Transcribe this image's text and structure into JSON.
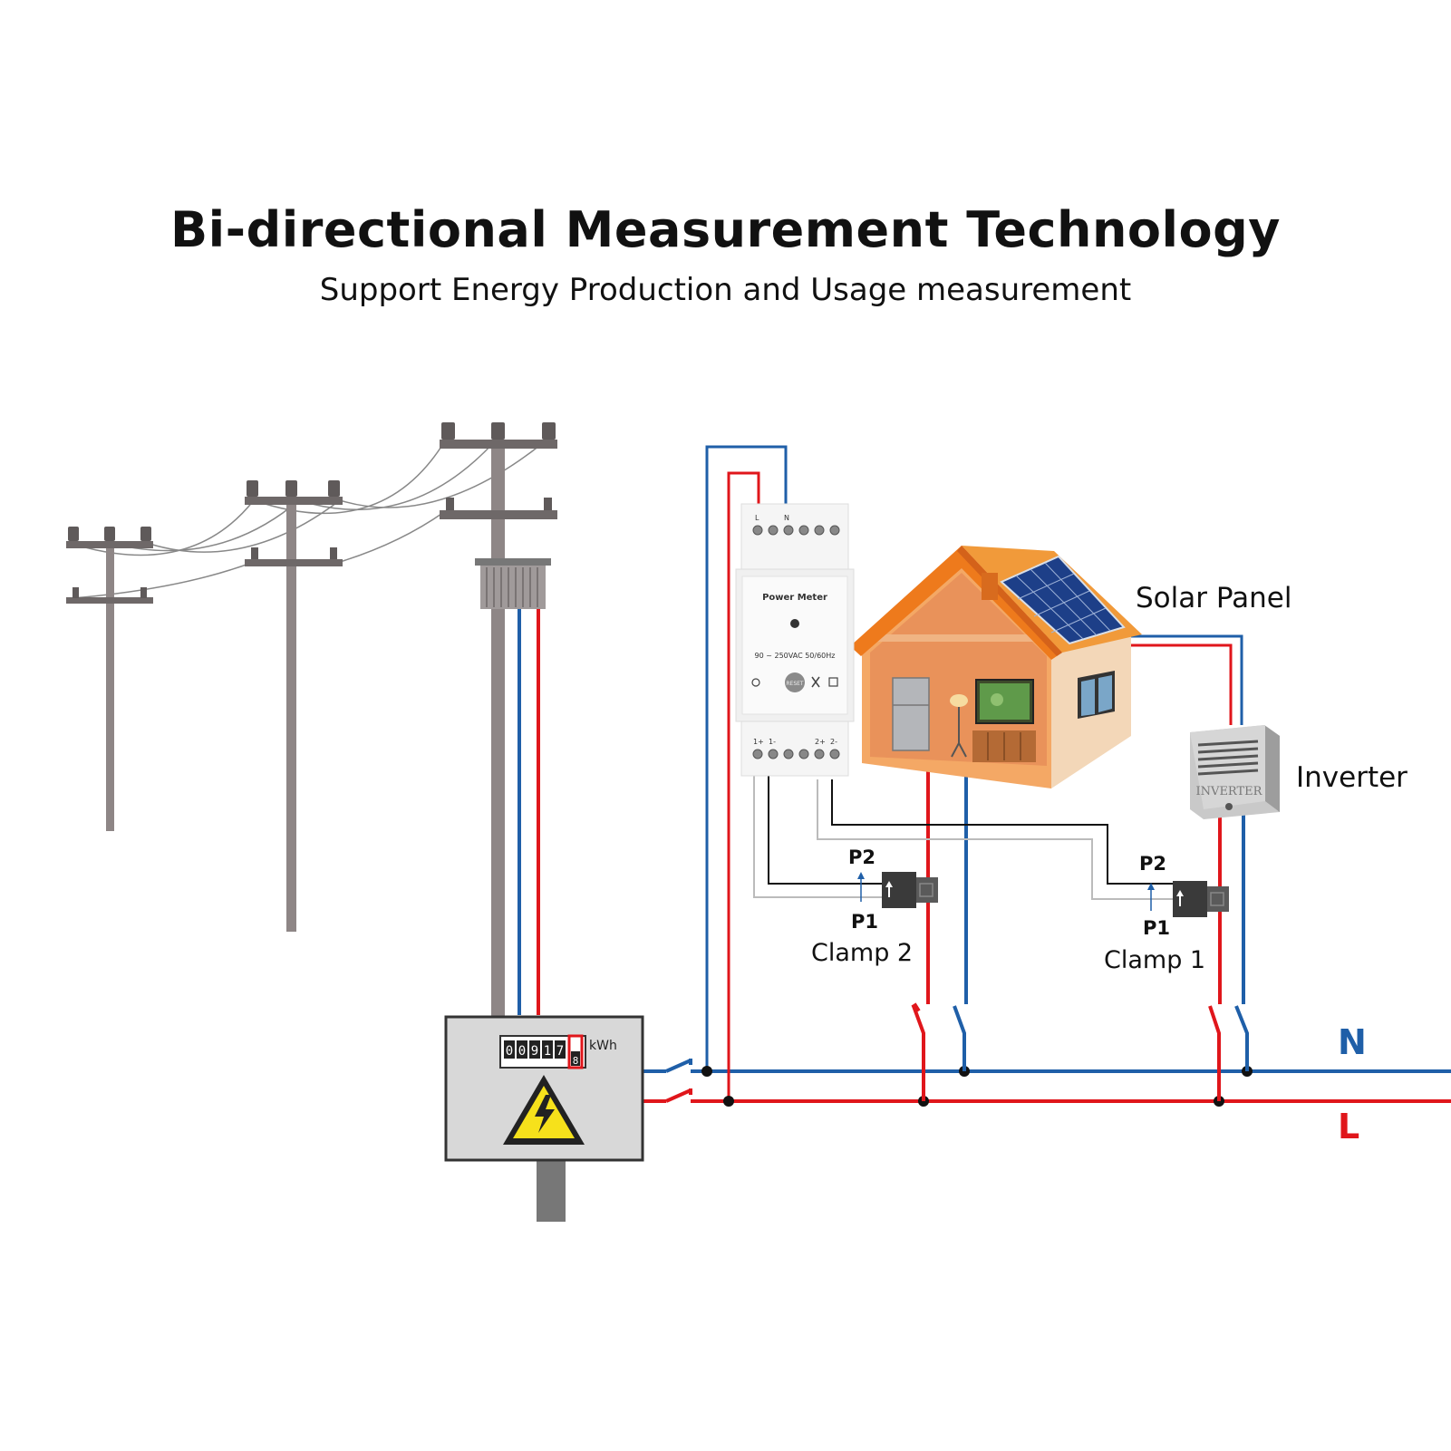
{
  "title": "Bi-directional Measurement Technology",
  "subtitle": "Support Energy Production and Usage measurement",
  "labels": {
    "solar_panel": "Solar Panel",
    "inverter": "Inverter",
    "neutral": "N",
    "live": "L",
    "clamp1": "Clamp 1",
    "clamp2": "Clamp 2",
    "p1": "P1",
    "p2": "P2"
  },
  "power_meter": {
    "title": "Power Meter",
    "spec": "90 ~ 250VAC 50/60Hz",
    "reset": "RESET",
    "term_l": "L",
    "term_n": "N",
    "term_1p": "1+",
    "term_1m": "1-",
    "term_2p": "2+",
    "term_2m": "2-"
  },
  "grid_meter": {
    "digits": [
      "0",
      "0",
      "9",
      "1",
      "7",
      "8"
    ],
    "unit": "kWh"
  },
  "inverter_box_label": "INVERTER",
  "colors": {
    "neutral": "#1f5fa8",
    "live": "#e0161b",
    "roof": "#ee7a1c",
    "house": "#f4a865",
    "pole": "#8e8686"
  }
}
